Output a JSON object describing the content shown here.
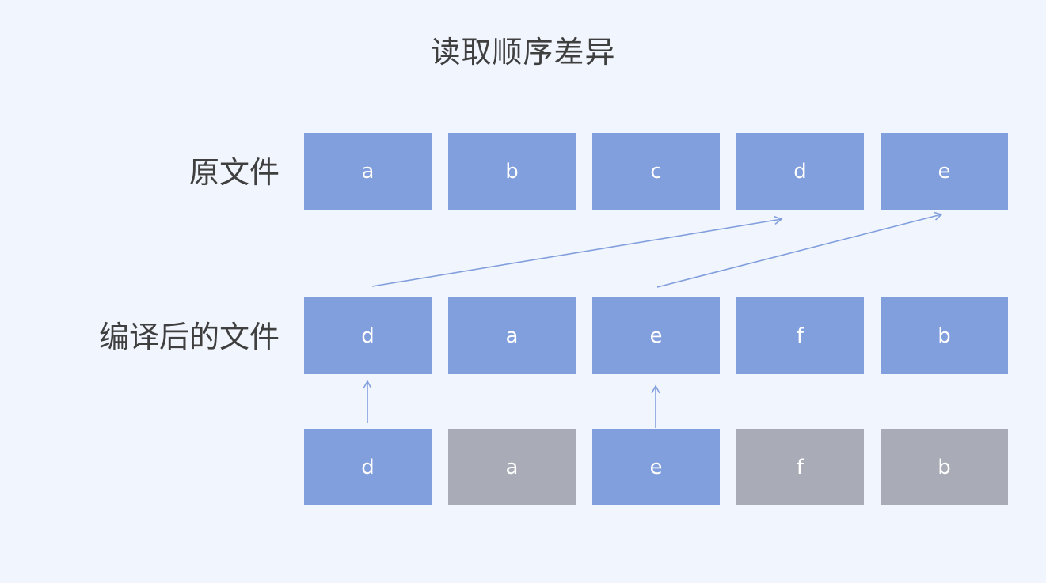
{
  "title": "读取顺序差异",
  "rows": [
    {
      "label": "原文件",
      "boxes": [
        "a",
        "b",
        "c",
        "d",
        "e"
      ]
    },
    {
      "label": "编译后的文件",
      "boxes": [
        "d",
        "a",
        "e",
        "f",
        "b"
      ]
    },
    {
      "label": "",
      "boxes": [
        "d",
        "a",
        "e",
        "f",
        "b"
      ]
    }
  ],
  "colors": {
    "active": "#829fdd",
    "inactive": "#a9acb7",
    "arrow": "#829fdd",
    "background": "#f1f5fd"
  }
}
